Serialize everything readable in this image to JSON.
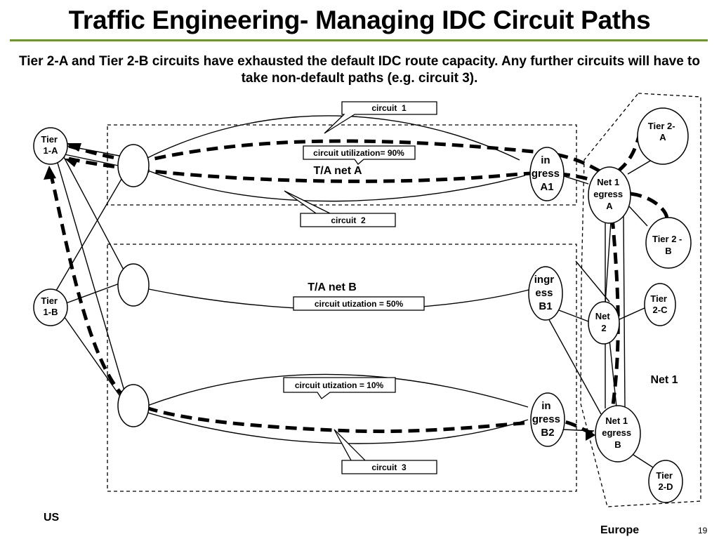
{
  "slide": {
    "title": "Traffic Engineering- Managing IDC Circuit Paths",
    "subtitle": "Tier 2-A and Tier 2-B circuits have exhausted the default IDC route capacity. Any further circuits will have to take non-default paths (e.g. circuit 3).",
    "page_number": "19",
    "accent_color": "#6a9a1f"
  },
  "regions": {
    "us": "US",
    "europe": "Europe",
    "net1": "Net 1",
    "ta_net_a": "T/A net A",
    "ta_net_b": "T/A net B"
  },
  "nodes": {
    "tier1a": [
      "Tier",
      "1-A"
    ],
    "tier1b": [
      "Tier",
      "1-B"
    ],
    "ingress_a1": [
      "in",
      "gress",
      "A1"
    ],
    "ingress_b1": [
      "ingr",
      "ess",
      "B1"
    ],
    "ingress_b2": [
      "in",
      "gress",
      "B2"
    ],
    "net1_egress_a": [
      "Net 1",
      "egress",
      "A"
    ],
    "net1_egress_b": [
      "Net 1",
      "egress",
      "B"
    ],
    "net2": [
      "Net",
      "2"
    ],
    "tier2a": [
      "Tier 2-",
      "A"
    ],
    "tier2b": [
      "Tier 2 -",
      "B"
    ],
    "tier2c": [
      "Tier",
      "2-C"
    ],
    "tier2d": [
      "Tier",
      "2-D"
    ]
  },
  "callouts": {
    "circuit1": "circuit  1",
    "circuit2": "circuit  2",
    "circuit3": "circuit  3",
    "util_a": "circuit utilization= 90%",
    "util_b": "circuit utization = 50%",
    "util_b2": "circuit utization = 10%"
  }
}
